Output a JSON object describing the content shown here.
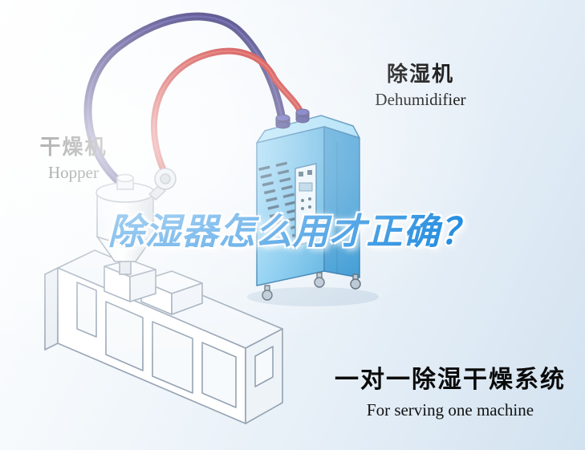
{
  "title": "除湿器怎么用才正确？",
  "hopper_label": {
    "cn": "干燥机",
    "en": "Hopper"
  },
  "dehumidifier_label": {
    "cn": "除湿机",
    "en": "Dehumidifier"
  },
  "system_label": {
    "cn": "一对一除湿干燥系统",
    "en": "For serving one machine"
  },
  "colors": {
    "title_blue": "#1E8ADF",
    "pipe_red": "#C00808",
    "pipe_navy": "#1B1464",
    "machine_front": "#63BCEC",
    "machine_side": "#2B92D0",
    "machine_top": "#9AD8F6",
    "background_tint": "#D2E2F0"
  }
}
